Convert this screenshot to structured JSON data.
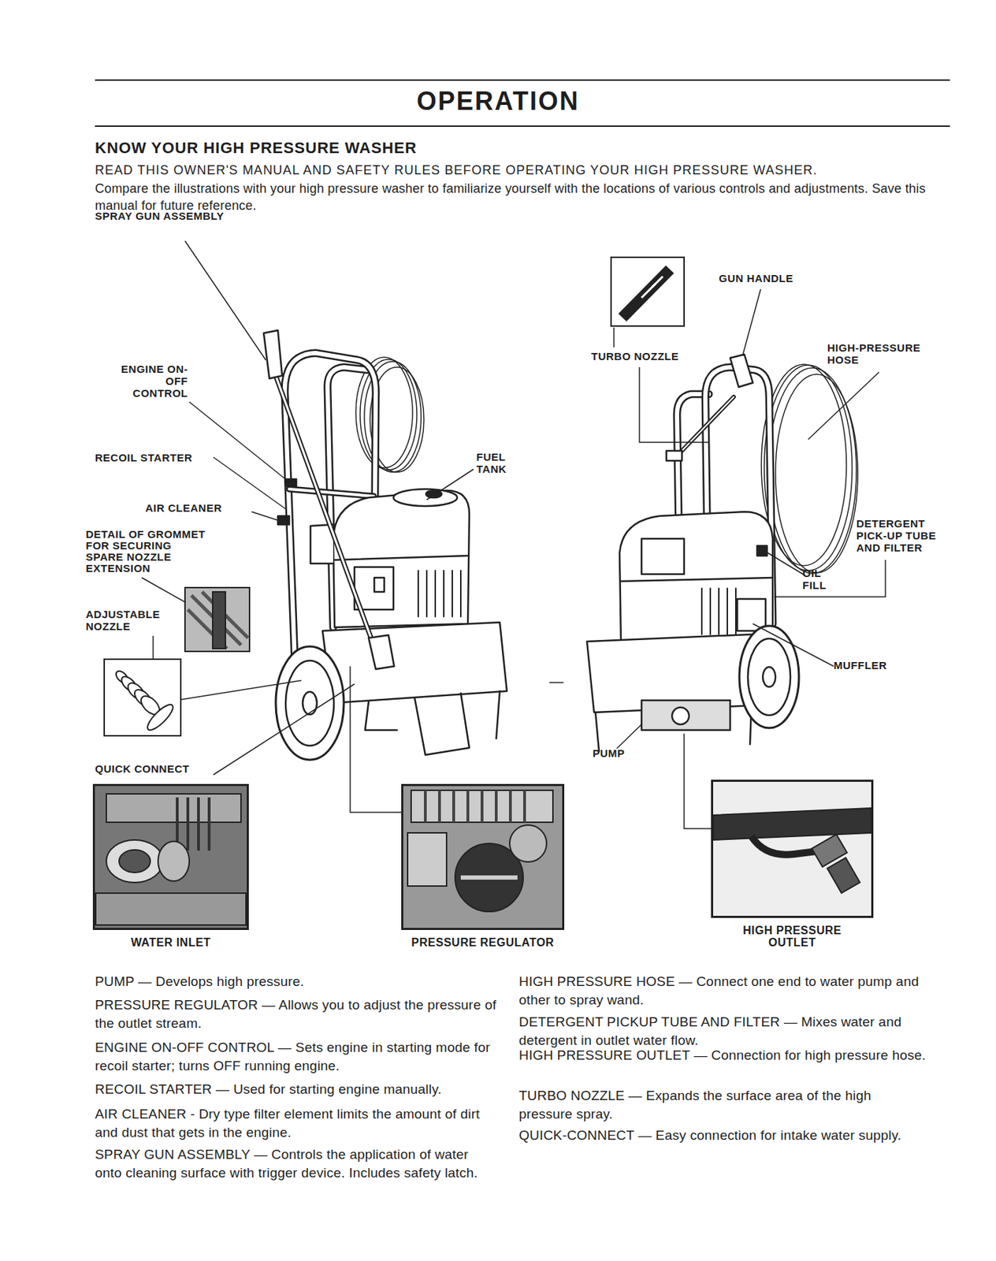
{
  "diagram": {
    "title": "OPERATION",
    "nodes": [
      {
        "text": [
          "WATER INLET"
        ]
      },
      {
        "text": [
          "PRESSURE REGULATOR"
        ]
      },
      {
        "text": [
          "HIGH PRESSURE OUTLET"
        ]
      }
    ],
    "labels": [
      "KNOW YOUR HIGH PRESSURE WASHER",
      "READ THIS OWNER'S MANUAL AND SAFETY RULES BEFORE OPERATING YOUR HIGH PRESSURE WASHER.",
      "Compare the illustrations with your high pressure washer to familiarize yourself with the locations of various controls and adjustments. Save this manual for future reference.",
      "SPRAY GUN ASSEMBLY",
      "ENGINE ON-OFF CONTROL",
      "RECOIL STARTER",
      "AIR CLEANER",
      "DETAIL OF GROMMET FOR SECURING SPARE NOZZLE EXTENSION",
      "ADJUSTABLE NOZZLE",
      "QUICK CONNECT",
      "FUEL TANK",
      "TURBO NOZZLE",
      "GUN HANDLE",
      "HIGH-PRESSURE HOSE",
      "DETERGENT PICK-UP TUBE AND FILTER",
      "OIL FILL",
      "MUFFLER",
      "PUMP",
      "PUMP — Develops high pressure.",
      "PRESSURE REGULATOR — Allows you to adjust the pressure of the outlet stream.",
      "ENGINE ON-OFF CONTROL — Sets engine in starting mode for recoil starter; turns OFF running engine.",
      "RECOIL STARTER — Used for starting engine manually.",
      "AIR CLEANER - Dry type filter element limits the amount of dirt and dust that gets in the engine.",
      "SPRAY GUN ASSEMBLY — Controls the application of water onto cleaning surface with trigger device. Includes safety latch.",
      "HIGH PRESSURE HOSE — Connect one end to water pump and other to spray wand.",
      "DETERGENT PICKUP TUBE AND FILTER — Mixes water and detergent in outlet water flow.",
      "HIGH PRESSURE OUTLET — Connection for high pressure hose.",
      "TURBO NOZZLE — Expands the surface area of the high pressure spray.",
      "QUICK-CONNECT — Easy connection for intake water supply."
    ]
  }
}
